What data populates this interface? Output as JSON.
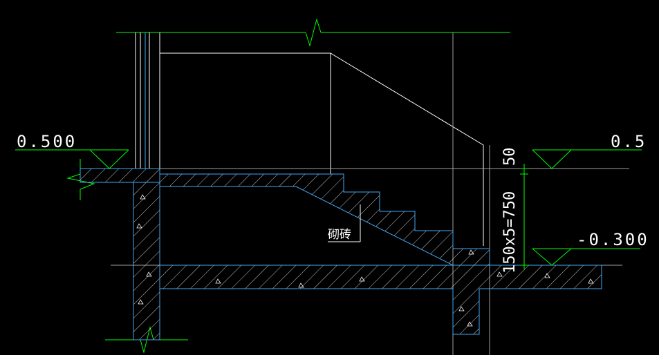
{
  "drawing": {
    "elevations": {
      "left": "0.500",
      "right_top": "0.5",
      "right_bottom": "-0.300"
    },
    "dimensions": {
      "top": "50",
      "steps": "150x5=750"
    },
    "annotations": {
      "material": "砌砖"
    },
    "colors": {
      "background": "#000000",
      "line": "#ffffff",
      "aux_line": "#00ff00",
      "concrete": "#3fa9f5",
      "hatch": "#ffffff"
    }
  }
}
